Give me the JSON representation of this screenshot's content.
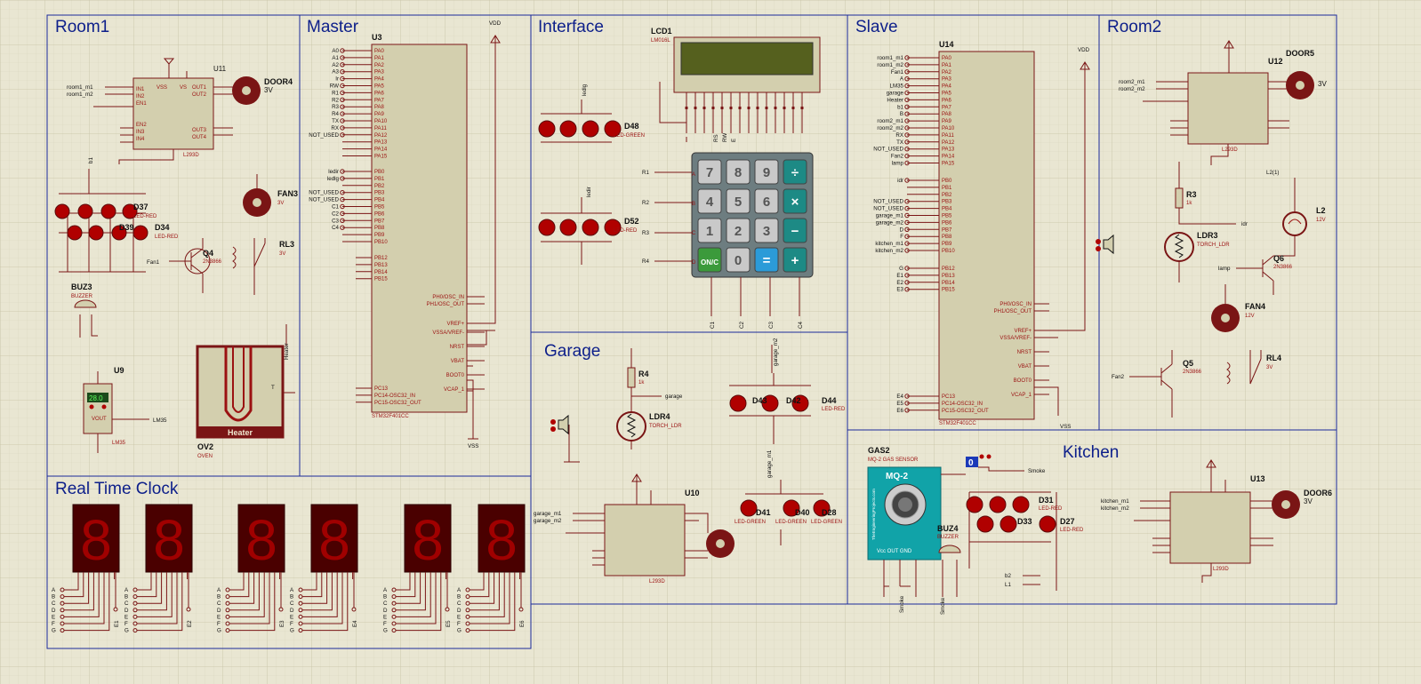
{
  "sections": [
    {
      "id": "room1",
      "title": "Room1"
    },
    {
      "id": "master",
      "title": "Master"
    },
    {
      "id": "interface",
      "title": "Interface"
    },
    {
      "id": "slave",
      "title": "Slave"
    },
    {
      "id": "room2",
      "title": "Room2"
    },
    {
      "id": "garage",
      "title": "Garage"
    },
    {
      "id": "kitchen",
      "title": "Kitchen"
    },
    {
      "id": "rtc",
      "title": "Real Time Clock"
    }
  ],
  "colors": {
    "background": "#e9e6d2",
    "grid": "#cfcbb2",
    "frame": "#1a2a9a",
    "wire": "#7a1515",
    "title": "#0d1f8a",
    "led": "#b00000",
    "seg_bg": "#4a0000",
    "seg_on": "#a00000",
    "lcd": "#55601e",
    "mq_board": "#11a3a8",
    "keypad_blue": "#2b9bd8",
    "keypad_teal": "#1d8a85",
    "keypad_green": "#3b9a3b"
  },
  "master_chip": {
    "ref": "U3",
    "part": "STM32F401CC",
    "left_pins": [
      "PA0",
      "PA1",
      "PA2",
      "PA3",
      "PA4",
      "PA5",
      "PA6",
      "PA7",
      "PA8",
      "PA9",
      "PA10",
      "PA11",
      "PA12",
      "PA13",
      "PA14",
      "PA15",
      "PB0",
      "PB1",
      "PB2",
      "PB3",
      "PB4",
      "PB5",
      "PB6",
      "PB7",
      "PB8",
      "PB9",
      "PB10",
      "PB12",
      "PB13",
      "PB14",
      "PB15",
      "PC13",
      "PC14-OSC32_IN",
      "PC15-OSC32_OUT"
    ],
    "right_pins": [
      "PH0/OSC_IN",
      "PH1/OSC_OUT",
      "VREF+",
      "VSSA/VREF-",
      "NRST",
      "VBAT",
      "BOOT0",
      "VCAP_1"
    ],
    "left_nets": [
      "A0",
      "A1",
      "A2",
      "A3",
      "Ir",
      "RW",
      "R1",
      "R2",
      "R3",
      "R4",
      "TX",
      "RX",
      "NOT_USED",
      "",
      "",
      "",
      "ledir",
      "ledlg",
      "",
      "NOT_USED",
      "NOT_USED",
      "C1",
      "C2",
      "C3",
      "C4"
    ]
  },
  "slave_chip": {
    "ref": "U14",
    "part": "STM32F401CC",
    "left_nets": [
      "room1_m1",
      "room1_m2",
      "Fan1",
      "A",
      "LM35",
      "garage",
      "Heater",
      "b1",
      "B",
      "room2_m1",
      "room2_m2",
      "RX",
      "TX",
      "NOT_USED",
      "Fan2",
      "lamp",
      "idr",
      "",
      "",
      "NOT_USED",
      "NOT_USED",
      "garage_m1",
      "garage_m2",
      "D",
      "F",
      "kitchen_m1",
      "kitchen_m2",
      "G",
      "E1",
      "E2",
      "E3",
      "E4",
      "E5",
      "E6"
    ]
  },
  "labels": {
    "vdd": "VDD",
    "vss": "VSS",
    "u11": "U11",
    "u12": "U12",
    "u10": "U10",
    "u13": "U13",
    "u9": "U9",
    "l293d": "L293D",
    "door4": "DOOR4",
    "door5": "DOOR5",
    "door6": "DOOR6",
    "three_v": "3V",
    "twelve_v": "12V",
    "fan3": "FAN3",
    "fan4": "FAN4",
    "rl3": "RL3",
    "rl4": "RL4",
    "q4": "Q4",
    "q5": "Q5",
    "q6": "Q6",
    "npn": "2N3866",
    "buz3": "BUZ3",
    "buz4": "BUZ4",
    "buzzer": "BUZZER",
    "ov2": "OV2",
    "oven": "OVEN",
    "heater": "Heater",
    "lm35": "LM35",
    "lm35_display": "28.0",
    "vout": "VOUT",
    "d37": "D37",
    "d39": "D39",
    "d34": "D34",
    "led_red": "LED-RED",
    "led_green": "LED-GREEN",
    "d48": "D48",
    "d52": "D52",
    "d43": "D43",
    "d42": "D42",
    "d44": "D44",
    "d41": "D41",
    "d40": "D40",
    "d28": "D28",
    "d31": "D31",
    "d33": "D33",
    "d27": "D27",
    "lcd1": "LCD1",
    "lm016l": "LM016L",
    "r3": "R3",
    "r4": "R4",
    "onek": "1k",
    "ldr3": "LDR3",
    "ldr4": "LDR4",
    "torch_ldr": "TORCH_LDR",
    "l2": "L2",
    "l2_net": "L2(1)",
    "gas2": "GAS2",
    "mq2_sensor": "MQ-2 GAS SENSOR",
    "mq2": "MQ-2",
    "mq2_pins": "Vcc  OUT  GND",
    "mq2_brand": "TheEngineeringProjects.com",
    "gas_logic": "0",
    "smoke": "Smoke",
    "b2": "b2",
    "l1": "L1",
    "fan1": "Fan1",
    "fan2": "Fan2",
    "lamp": "lamp",
    "idr": "idr",
    "garage": "garage",
    "room1_m1": "room1_m1",
    "room1_m2": "room1_m2",
    "room2_m1": "room2_m1",
    "room2_m2": "room2_m2",
    "garage_m1": "garage_m1",
    "garage_m2": "garage_m2",
    "kitchen_m1": "kitchen_m1",
    "kitchen_m2": "kitchen_m2",
    "ledlg": "ledlg",
    "ledir": "ledir",
    "rs": "RS",
    "rw": "RW",
    "e": "E",
    "r1n": "R1",
    "r2n": "R2",
    "r3n": "R3",
    "r4n": "R4",
    "c1n": "C1",
    "c2n": "C2",
    "c3n": "C3",
    "c4n": "C4",
    "ka": "A",
    "kb": "B",
    "kc": "C",
    "kd": "D",
    "b1": "b1",
    "t": "T",
    "vss_pin": "VSS",
    "vs_pin": "VS",
    "in1": "IN1",
    "in2": "IN2",
    "en1": "EN1",
    "in3": "IN3",
    "in4": "IN4",
    "en2": "EN2",
    "out1": "OUT1",
    "out2": "OUT2",
    "out3": "OUT3",
    "out4": "OUT4",
    "gnd": "GND"
  },
  "keypad": {
    "keys": [
      "7",
      "8",
      "9",
      "÷",
      "4",
      "5",
      "6",
      "×",
      "1",
      "2",
      "3",
      "−",
      "ON/C",
      "0",
      "=",
      "+"
    ]
  },
  "seven_seg": {
    "count": 6,
    "digit": "8",
    "segs": [
      "A",
      "B",
      "C",
      "D",
      "E",
      "F",
      "G"
    ],
    "enables": [
      "E1",
      "E2",
      "E3",
      "E4",
      "E5",
      "E6"
    ]
  }
}
